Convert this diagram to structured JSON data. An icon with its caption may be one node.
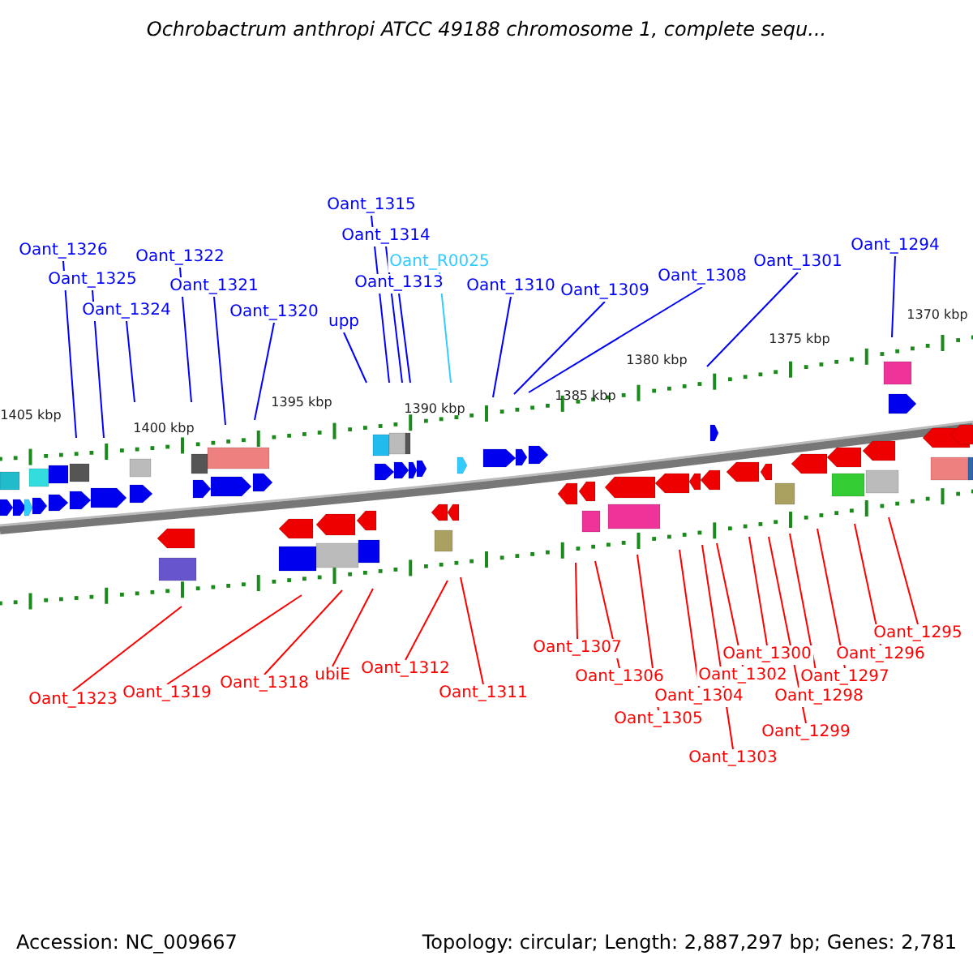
{
  "diagram": {
    "title": "Ochrobactrum anthropi ATCC 49188 chromosome 1, complete sequ...",
    "nodes": [
      {
        "text": [
          "Oant_1326"
        ]
      },
      {
        "text": [
          "Oant_1325"
        ]
      },
      {
        "text": [
          "Oant_1324"
        ]
      },
      {
        "text": [
          "Oant_1322"
        ]
      },
      {
        "text": [
          "Oant_1321"
        ]
      },
      {
        "text": [
          "Oant_1320"
        ]
      },
      {
        "text": [
          "upp"
        ]
      },
      {
        "text": [
          "Oant_1315"
        ]
      },
      {
        "text": [
          "Oant_1314"
        ]
      },
      {
        "text": [
          "Oant_R0025"
        ]
      },
      {
        "text": [
          "Oant_1313"
        ]
      },
      {
        "text": [
          "Oant_1310"
        ]
      },
      {
        "text": [
          "Oant_1309"
        ]
      },
      {
        "text": [
          "Oant_1308"
        ]
      },
      {
        "text": [
          "Oant_1301"
        ]
      },
      {
        "text": [
          "Oant_1294"
        ]
      },
      {
        "text": [
          "Oant_1323"
        ]
      },
      {
        "text": [
          "Oant_1319"
        ]
      },
      {
        "text": [
          "Oant_1318"
        ]
      },
      {
        "text": [
          "ubiE"
        ]
      },
      {
        "text": [
          "Oant_1312"
        ]
      },
      {
        "text": [
          "Oant_1311"
        ]
      },
      {
        "text": [
          "Oant_1307"
        ]
      },
      {
        "text": [
          "Oant_1306"
        ]
      },
      {
        "text": [
          "Oant_1305"
        ]
      },
      {
        "text": [
          "Oant_1304"
        ]
      },
      {
        "text": [
          "Oant_1303"
        ]
      },
      {
        "text": [
          "Oant_1302"
        ]
      },
      {
        "text": [
          "Oant_1300"
        ]
      },
      {
        "text": [
          "Oant_1299"
        ]
      },
      {
        "text": [
          "Oant_1298"
        ]
      },
      {
        "text": [
          "Oant_1297"
        ]
      },
      {
        "text": [
          "Oant_1296"
        ]
      },
      {
        "text": [
          "Oant_1295"
        ]
      }
    ],
    "edges": [
      {
        "from": 0,
        "to": null,
        "arrow": "none",
        "color": "#0000ff"
      },
      {
        "from": 1,
        "to": null,
        "arrow": "none",
        "color": "#0000ff"
      },
      {
        "from": 2,
        "to": null,
        "arrow": "none",
        "color": "#0000ff"
      },
      {
        "from": 3,
        "to": null,
        "arrow": "none",
        "color": "#0000ff"
      },
      {
        "from": 4,
        "to": null,
        "arrow": "none",
        "color": "#0000ff"
      },
      {
        "from": 5,
        "to": null,
        "arrow": "none",
        "color": "#0000ff"
      },
      {
        "from": 6,
        "to": null,
        "arrow": "none",
        "color": "#0000ff"
      },
      {
        "from": 7,
        "to": null,
        "arrow": "none",
        "color": "#0000ff"
      },
      {
        "from": 8,
        "to": null,
        "arrow": "none",
        "color": "#0000ff"
      },
      {
        "from": 9,
        "to": null,
        "arrow": "none",
        "color": "#33ccff"
      },
      {
        "from": 10,
        "to": null,
        "arrow": "none",
        "color": "#0000ff"
      },
      {
        "from": 11,
        "to": null,
        "arrow": "none",
        "color": "#0000ff"
      },
      {
        "from": 12,
        "to": null,
        "arrow": "none",
        "color": "#0000ff"
      },
      {
        "from": 13,
        "to": null,
        "arrow": "none",
        "color": "#0000ff"
      },
      {
        "from": 14,
        "to": null,
        "arrow": "none",
        "color": "#0000ff"
      },
      {
        "from": 15,
        "to": null,
        "arrow": "none",
        "color": "#0000ff"
      },
      {
        "from": 16,
        "to": null,
        "arrow": "none"
      },
      {
        "from": 17,
        "to": null,
        "arrow": "none"
      },
      {
        "from": 18,
        "to": null,
        "arrow": "none"
      },
      {
        "from": 19,
        "to": null,
        "arrow": "none"
      },
      {
        "from": 20,
        "to": null,
        "arrow": "none"
      },
      {
        "from": 21,
        "to": null,
        "arrow": "none"
      },
      {
        "from": 22,
        "to": null,
        "arrow": "none"
      },
      {
        "from": 23,
        "to": null,
        "arrow": "none"
      },
      {
        "from": 24,
        "to": null,
        "arrow": "none"
      },
      {
        "from": 25,
        "to": null,
        "arrow": "none"
      },
      {
        "from": 26,
        "to": null,
        "arrow": "none"
      },
      {
        "from": 27,
        "to": null,
        "arrow": "none"
      },
      {
        "from": 28,
        "to": null,
        "arrow": "none"
      },
      {
        "from": 29,
        "to": null,
        "arrow": "none"
      },
      {
        "from": 30,
        "to": null,
        "arrow": "none"
      },
      {
        "from": 31,
        "to": null,
        "arrow": "none"
      },
      {
        "from": 32,
        "to": null,
        "arrow": "none"
      },
      {
        "from": 33,
        "to": null,
        "arrow": "none"
      }
    ],
    "labels": [
      "1405 kbp",
      "1400 kbp",
      "1395 kbp",
      "1390 kbp",
      "1385 kbp",
      "1380 kbp",
      "1375 kbp",
      "1370 kbp",
      "Accession: NC_009667",
      "Topology: circular; Length: 2,887,297 bp; Genes: 2,781"
    ]
  }
}
